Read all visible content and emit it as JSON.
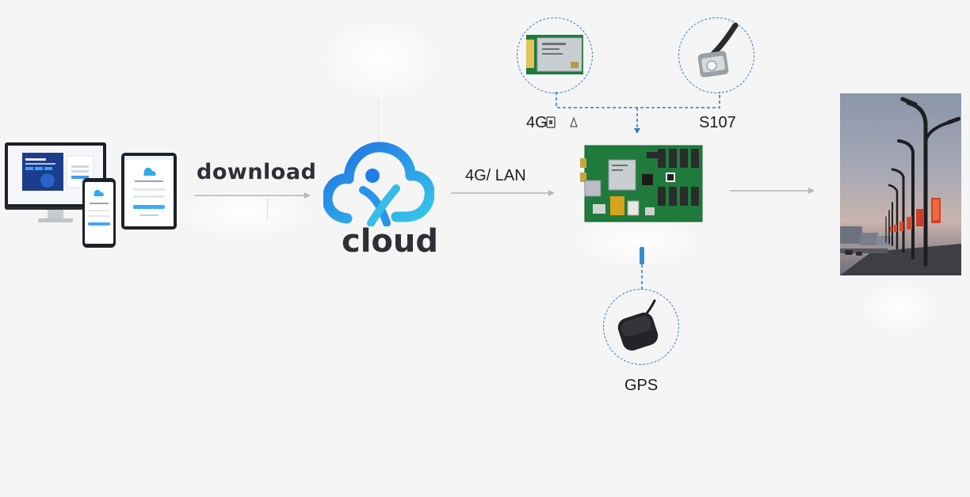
{
  "labels": {
    "download": "download",
    "cloud": "cloud",
    "network": "4G/ LAN",
    "module_4g": "4G",
    "module_s107": "S107",
    "gps": "GPS"
  },
  "colors": {
    "background": "#f5f5f6",
    "cloud_gradient_start": "#1f6fe6",
    "cloud_gradient_end": "#36c7e8",
    "connector_dashed": "#2f7cc4",
    "arrow_gray": "#b5b5b8",
    "pcb_green": "#1f7a3c"
  },
  "icons": {
    "devices": "devices-illustration",
    "cloud": "cloud-logo-icon",
    "controller": "controller-board-image",
    "module_4g": "4g-module-image",
    "module_s107": "s107-connector-image",
    "gps": "gps-antenna-image",
    "street": "street-led-pole-photo"
  }
}
